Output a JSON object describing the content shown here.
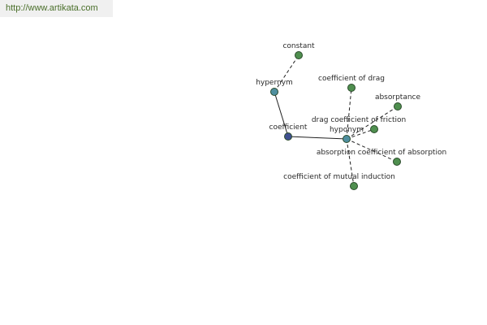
{
  "header": {
    "source_url": "http://www.artikata.com"
  },
  "colors": {
    "center_node": "#3f4f8f",
    "relation_node": "#4f8f9f",
    "term_node": "#4f8f4f"
  },
  "graph": {
    "nodes": [
      {
        "id": "coefficient",
        "label": "coefficient",
        "kind": "center"
      },
      {
        "id": "hypernym",
        "label": "hypernym",
        "kind": "relation"
      },
      {
        "id": "hyponym",
        "label": "hyponym",
        "kind": "relation"
      },
      {
        "id": "constant",
        "label": "constant",
        "kind": "term"
      },
      {
        "id": "coefficient-of-drag",
        "label": "coefficient of drag",
        "kind": "term"
      },
      {
        "id": "absorptance",
        "label": "absorptance",
        "kind": "term"
      },
      {
        "id": "drag-coefficient-of-friction",
        "label": "drag coefficient of friction",
        "kind": "term"
      },
      {
        "id": "absorption-coefficient-of-absorption",
        "label": "absorption coefficient of absorption",
        "kind": "term"
      },
      {
        "id": "coefficient-of-mutual-induction",
        "label": "coefficient of mutual induction",
        "kind": "term"
      }
    ],
    "edges": [
      {
        "from": "coefficient",
        "to": "hypernym",
        "style": "solid"
      },
      {
        "from": "coefficient",
        "to": "hyponym",
        "style": "solid"
      },
      {
        "from": "hypernym",
        "to": "constant",
        "style": "dashed"
      },
      {
        "from": "hyponym",
        "to": "coefficient-of-drag",
        "style": "dashed"
      },
      {
        "from": "hyponym",
        "to": "absorptance",
        "style": "dashed"
      },
      {
        "from": "hyponym",
        "to": "drag-coefficient-of-friction",
        "style": "dashed"
      },
      {
        "from": "hyponym",
        "to": "absorption-coefficient-of-absorption",
        "style": "dashed"
      },
      {
        "from": "hyponym",
        "to": "coefficient-of-mutual-induction",
        "style": "dashed"
      }
    ]
  }
}
